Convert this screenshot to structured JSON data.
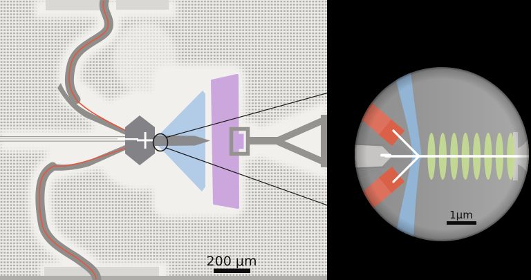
{
  "figure": {
    "overview": {
      "scale_bar": {
        "label": "200 μm"
      }
    },
    "inset": {
      "scale_bar": {
        "label": "1μm"
      },
      "grating_segment_count": 8
    }
  },
  "colors": {
    "background_black": "#000000",
    "sem_base_gray": "#ebeae7",
    "dot_gray": "#a3a29f",
    "structure_gray": "#8f8e8b",
    "pad_gray": "#d9d8d5",
    "waveguide_red": "#e25840",
    "inset_red": "#e2705a",
    "inset_red_tip": "#d95f45",
    "fan_blue": "#adc8e6",
    "inset_blue": "#92b7da",
    "electrode_purple": "#c9a4de",
    "photonic_green": "#c5dc92",
    "inset_waveguide_gray": "#c6c5c3",
    "annotation_black": "#1a1a1a",
    "scale_text": "#111111",
    "white_line": "#ffffff"
  }
}
